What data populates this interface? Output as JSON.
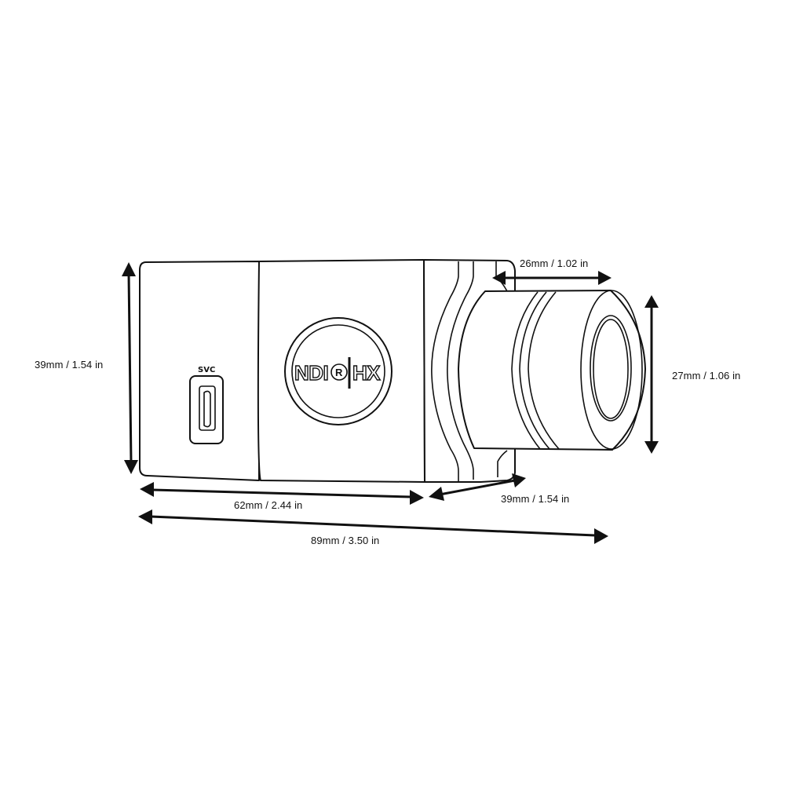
{
  "diagram": {
    "subject": "Box camera with lens — dimension drawing",
    "colors": {
      "line": "#111111",
      "background": "#ffffff"
    },
    "device": {
      "logo_label": "NDI®|HX",
      "logo_parts": {
        "left": "NDI",
        "mark": "®",
        "right": "HX"
      },
      "port_label": "SVC"
    },
    "dimensions": {
      "height_body": "39mm / 1.54 in",
      "length_body": "62mm / 2.44 in",
      "length_lens_section": "39mm / 1.54 in",
      "length_total": "89mm / 3.50 in",
      "lens_length": "26mm / 1.02 in",
      "lens_diameter": "27mm / 1.06 in"
    }
  }
}
